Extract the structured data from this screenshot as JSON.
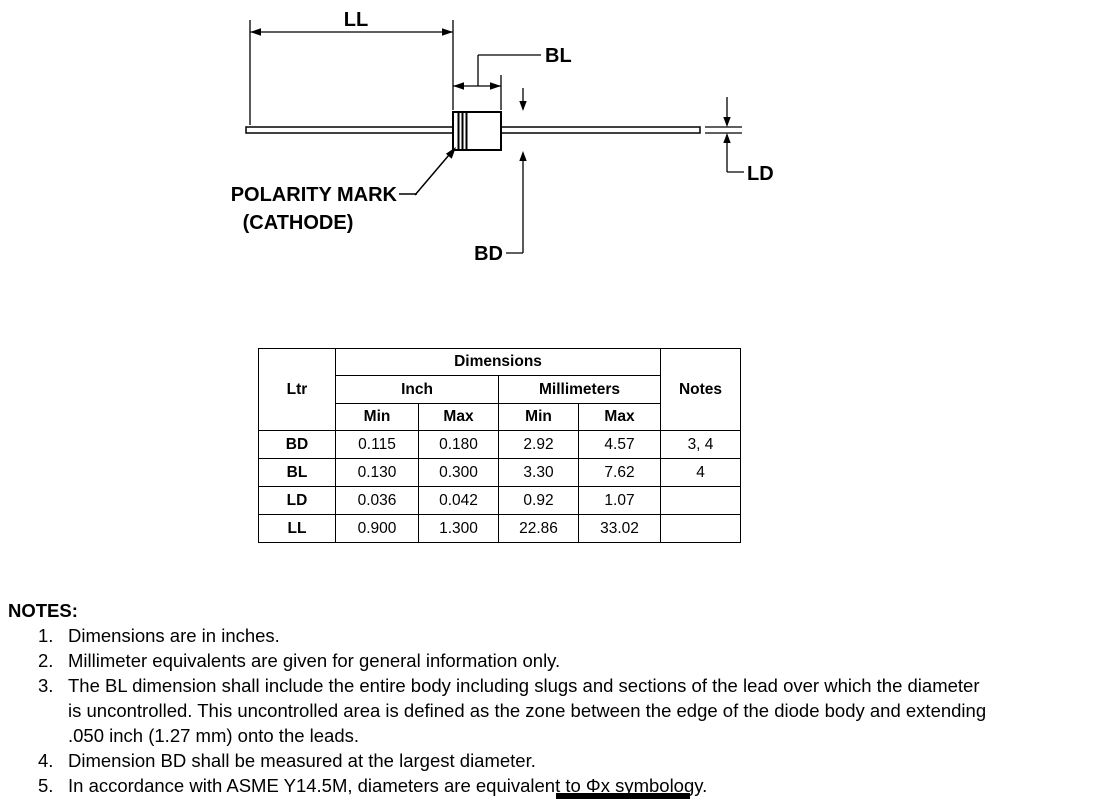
{
  "page": {
    "background": "#ffffff",
    "ink": "#000000"
  },
  "diagram": {
    "labels": {
      "ll": "LL",
      "bl": "BL",
      "ld": "LD",
      "bd": "BD",
      "polarity_line1": "POLARITY MARK",
      "polarity_line2": "(CATHODE)"
    }
  },
  "table": {
    "headers": {
      "ltr": "Ltr",
      "dimensions": "Dimensions",
      "inch": "Inch",
      "millimeters": "Millimeters",
      "min": "Min",
      "max": "Max",
      "notes": "Notes"
    },
    "rows": [
      {
        "ltr": "BD",
        "inch_min": "0.115",
        "inch_max": "0.180",
        "mm_min": "2.92",
        "mm_max": "4.57",
        "notes": "3, 4"
      },
      {
        "ltr": "BL",
        "inch_min": "0.130",
        "inch_max": "0.300",
        "mm_min": "3.30",
        "mm_max": "7.62",
        "notes": "4"
      },
      {
        "ltr": "LD",
        "inch_min": "0.036",
        "inch_max": "0.042",
        "mm_min": "0.92",
        "mm_max": "1.07",
        "notes": ""
      },
      {
        "ltr": "LL",
        "inch_min": "0.900",
        "inch_max": "1.300",
        "mm_min": "22.86",
        "mm_max": "33.02",
        "notes": ""
      }
    ]
  },
  "notes": {
    "title": "NOTES:",
    "items": [
      {
        "num": "1.",
        "text": "Dimensions are in inches."
      },
      {
        "num": "2.",
        "text": "Millimeter equivalents are given for general information only."
      },
      {
        "num": "3.",
        "text": "The BL dimension shall include the entire body including slugs and sections of the lead over which the diameter is uncontrolled. This uncontrolled area is defined as the zone between the edge of the diode body and extending .050 inch (1.27 mm) onto the leads."
      },
      {
        "num": "4.",
        "text": "Dimension BD shall be measured at the largest diameter."
      },
      {
        "num": "5.",
        "text": "In accordance with ASME Y14.5M, diameters are equivalent to Φx symbology."
      }
    ]
  }
}
